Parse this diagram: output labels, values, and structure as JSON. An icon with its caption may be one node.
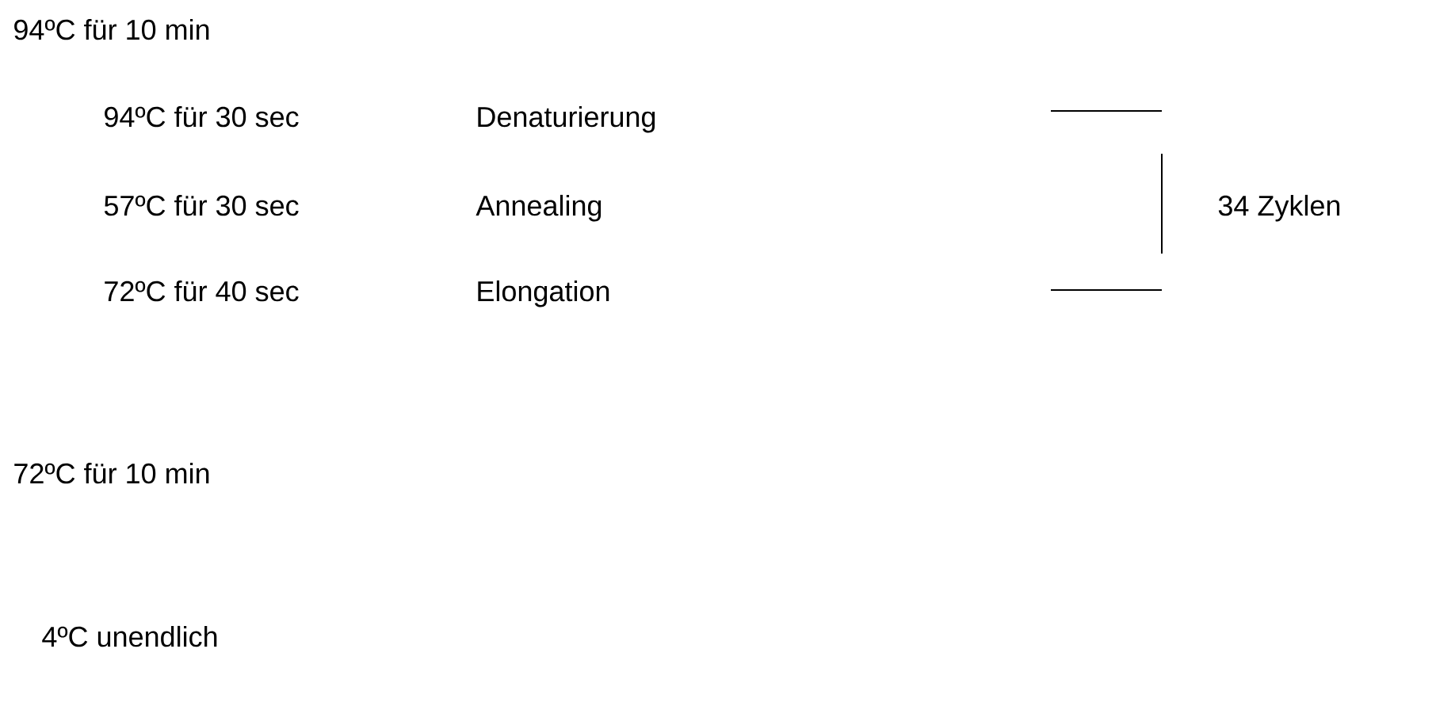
{
  "diagram": {
    "labels": [
      "94ºC für 10 min",
      "94ºC für 30 sec",
      "Denaturierung",
      "57ºC für 30 sec",
      "Annealing",
      "34 Zyklen",
      "72ºC für 40 sec",
      "Elongation",
      "72ºC für 10 min",
      "4ºC unendlich"
    ]
  }
}
